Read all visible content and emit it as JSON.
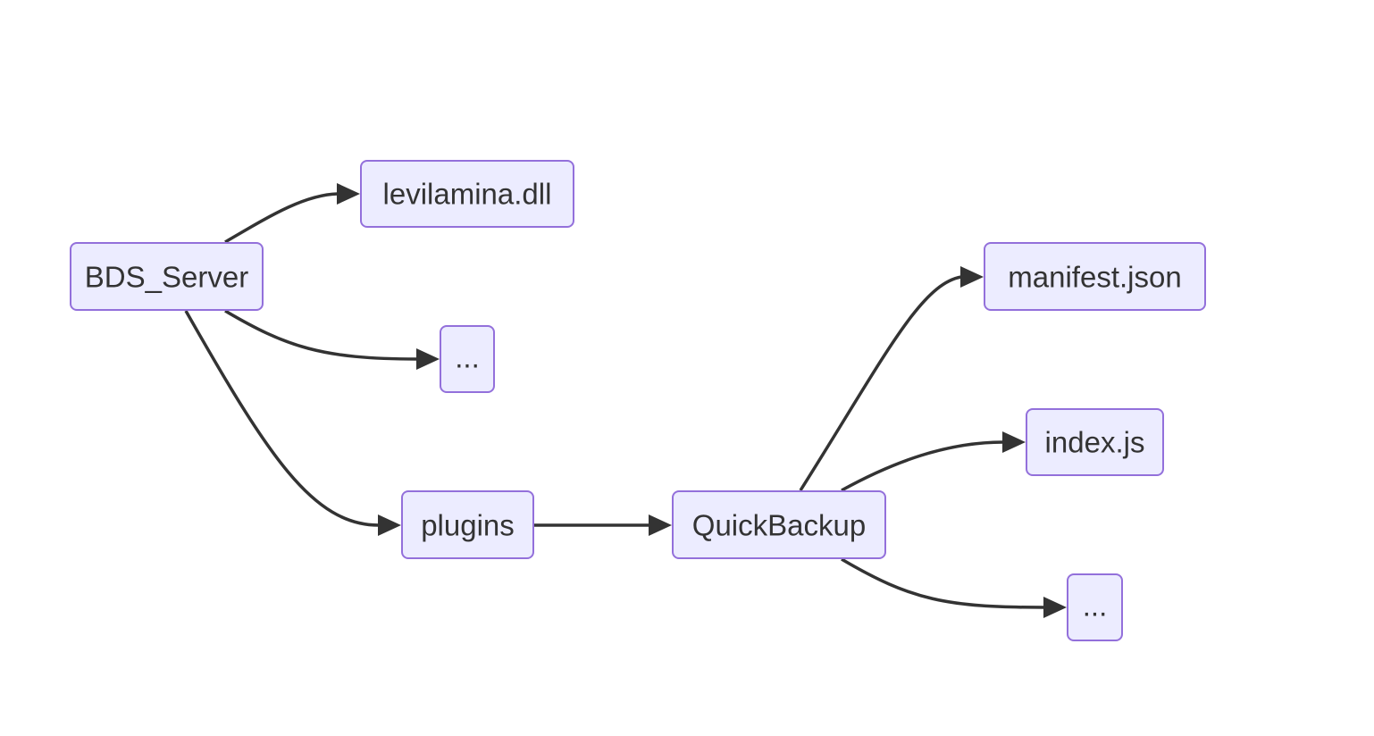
{
  "diagram": {
    "type": "flowchart",
    "direction": "left-to-right",
    "colors": {
      "node_fill": "#ECECFF",
      "node_stroke": "#9370DB",
      "edge": "#333333",
      "text": "#333333"
    },
    "nodes": {
      "bds_server": {
        "label": "BDS_Server"
      },
      "levilamina": {
        "label": "levilamina.dll"
      },
      "ellipsis_root": {
        "label": "..."
      },
      "plugins": {
        "label": "plugins"
      },
      "quickbackup": {
        "label": "QuickBackup"
      },
      "manifest": {
        "label": "manifest.json"
      },
      "index_js": {
        "label": "index.js"
      },
      "ellipsis_qb": {
        "label": "..."
      }
    },
    "edges": [
      {
        "from": "BDS_Server",
        "to": "levilamina.dll"
      },
      {
        "from": "BDS_Server",
        "to": "..."
      },
      {
        "from": "BDS_Server",
        "to": "plugins"
      },
      {
        "from": "plugins",
        "to": "QuickBackup"
      },
      {
        "from": "QuickBackup",
        "to": "manifest.json"
      },
      {
        "from": "QuickBackup",
        "to": "index.js"
      },
      {
        "from": "QuickBackup",
        "to": "..."
      }
    ]
  }
}
